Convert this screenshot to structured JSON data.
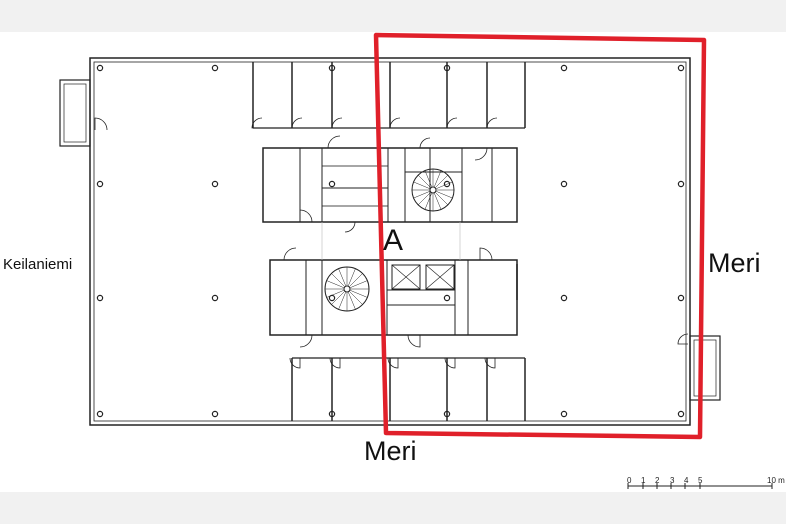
{
  "labels": {
    "building": "A",
    "east": "Meri",
    "south": "Meri",
    "west": "Keilaniemi"
  },
  "scale_bar": {
    "ticks": [
      "0",
      "1",
      "2",
      "3",
      "4",
      "5",
      "10 m"
    ]
  },
  "colors": {
    "highlight": "#e0202a",
    "walls": "#222222"
  }
}
